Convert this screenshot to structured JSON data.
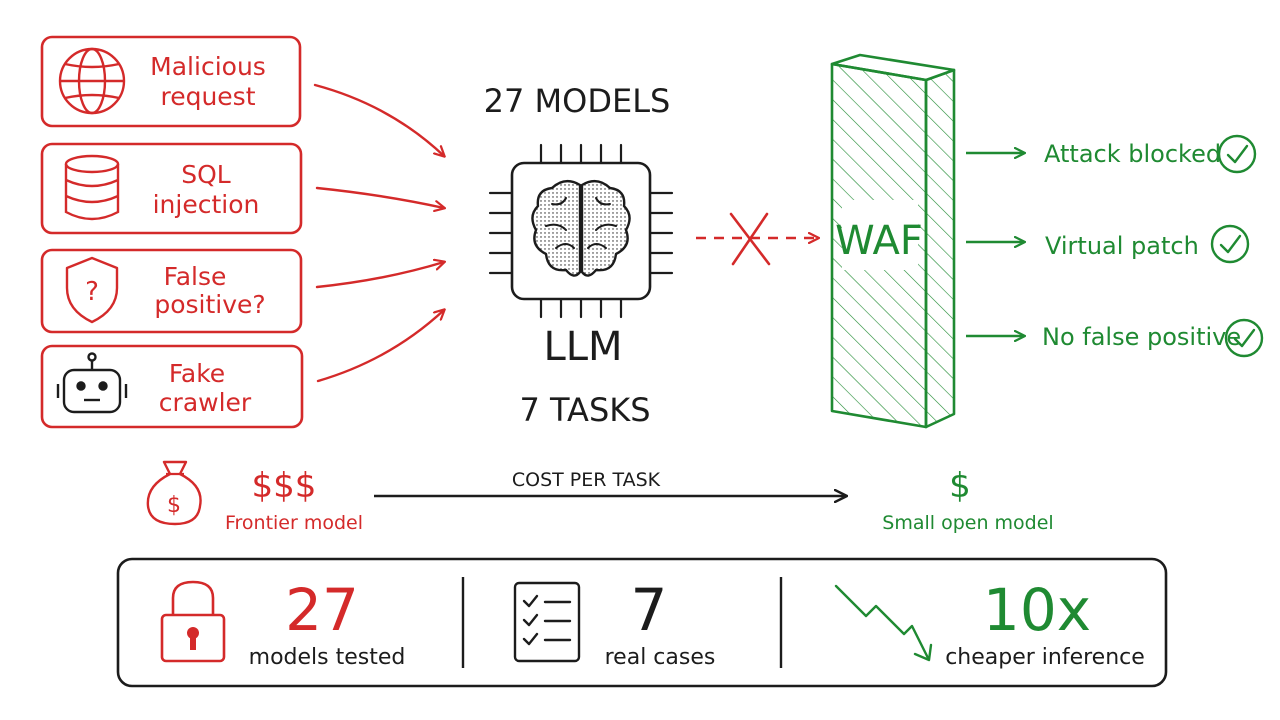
{
  "colors": {
    "threat": "#d42a2a",
    "defense": "#1f8a32",
    "ink": "#1c1c1c"
  },
  "threats": [
    {
      "line1": "Malicious",
      "line2": "request",
      "icon": "globe-icon"
    },
    {
      "line1": "SQL",
      "line2": "injection",
      "icon": "database-icon"
    },
    {
      "line1": "False",
      "line2": "positive?",
      "icon": "shield-question-icon"
    },
    {
      "line1": "Fake",
      "line2": "crawler",
      "icon": "robot-icon"
    }
  ],
  "center": {
    "models_label": "27 MODELS",
    "llm_label": "LLM",
    "tasks_label": "7 TASKS",
    "icon": "brain-chip-icon"
  },
  "waf": {
    "label": "WAF"
  },
  "outcomes": [
    {
      "label": "Attack blocked",
      "icon": "check-circle-icon"
    },
    {
      "label": "Virtual patch",
      "icon": "check-circle-icon"
    },
    {
      "label": "No false positive",
      "icon": "check-circle-icon"
    }
  ],
  "cost": {
    "high_symbol": "$$$",
    "high_label": "Frontier model",
    "axis_label": "COST PER TASK",
    "low_symbol": "$",
    "low_label": "Small open model",
    "icon": "money-bag-icon"
  },
  "stats": [
    {
      "value": "27",
      "label": "models tested",
      "icon": "padlock-icon"
    },
    {
      "value": "7",
      "label": "real cases",
      "icon": "checklist-icon"
    },
    {
      "value": "10x",
      "label": "cheaper inference",
      "icon": "downtrend-icon"
    }
  ]
}
